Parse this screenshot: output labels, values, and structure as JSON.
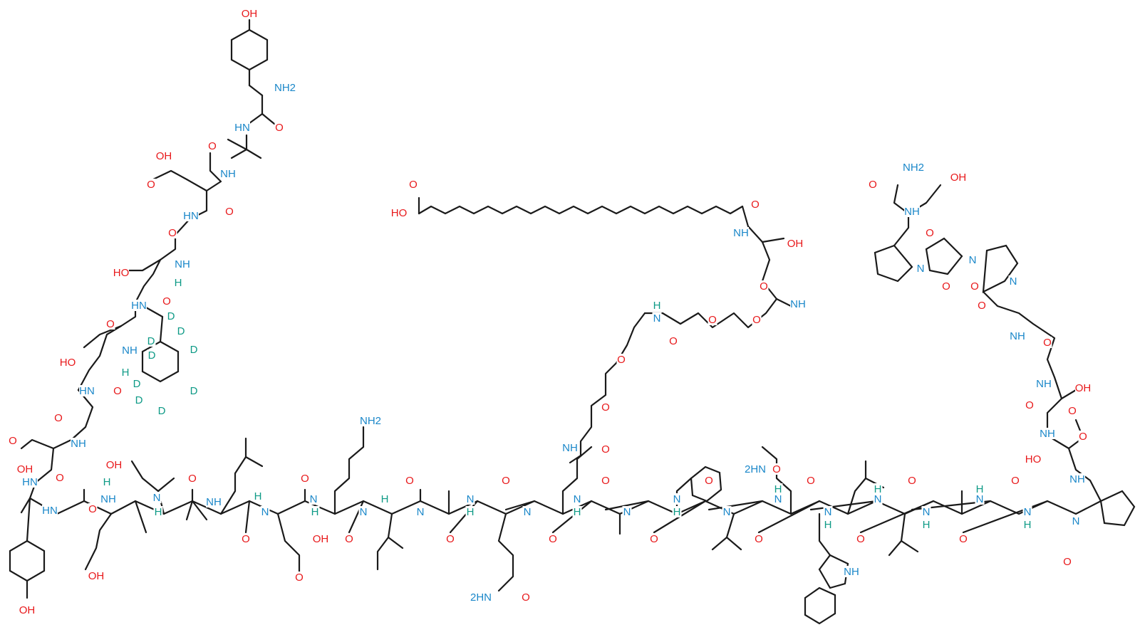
{
  "labels": {
    "o": "O",
    "oh": "OH",
    "ho": "HO",
    "hn": "HN",
    "nh": "NH",
    "n": "N",
    "h": "H",
    "nh2": "NH2",
    "h2n_amide": "2HN",
    "d": "D"
  },
  "colors": {
    "oxygen": "#e8191b",
    "nitrogen": "#1a87c9",
    "deuterium": "#0e9a86",
    "bond": "#1a1a1a"
  }
}
